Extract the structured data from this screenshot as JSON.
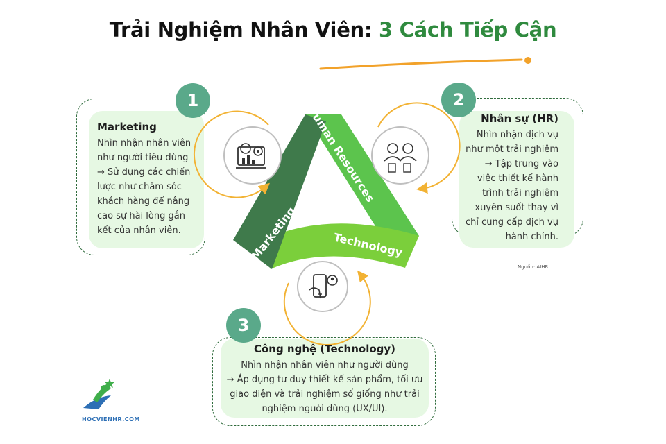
{
  "title": {
    "main": "Trải Nghiệm Nhân Viên: ",
    "accent": "3 Cách Tiếp Cận"
  },
  "cards": [
    {
      "number": "1",
      "title": "Marketing",
      "lines": [
        "Nhìn nhận nhân viên",
        "như người tiêu dùng",
        "→ Sử dụng các chiến",
        "lược như chăm sóc",
        "khách hàng để nâng",
        "cao sự hài lòng gắn",
        "kết của nhân viên."
      ]
    },
    {
      "number": "2",
      "title": "Nhân sự (HR)",
      "lines": [
        "Nhìn nhận dịch vụ",
        "như một trải nghiệm",
        "→ Tập trung vào",
        "việc thiết kế hành",
        "trình trải nghiệm",
        "xuyên suốt thay vì",
        "chỉ cung cấp dịch vụ",
        "hành chính."
      ]
    },
    {
      "number": "3",
      "title": "Công nghệ (Technology)",
      "lines": [
        "Nhìn nhận nhân viên như người dùng",
        "→ Áp dụng tư duy thiết kế sản phẩm, tối ưu",
        "giao diện và trải nghiệm số giống như trải",
        "nghiệm người dùng (UX/UI)."
      ]
    }
  ],
  "triangle": {
    "labels": [
      "Marketing",
      "uman Resources",
      "Technology"
    ],
    "colors": {
      "marketing": "#3f7a4b",
      "hr": "#5cc44d",
      "technology": "#7bcf3b"
    }
  },
  "icons": [
    "marketing-analytics-icon",
    "hr-people-icon",
    "technology-device-icon"
  ],
  "source": "Nguồn: AIHR",
  "logo": "HOCVIENHR.COM",
  "colors": {
    "accent": "#2f8a3e",
    "badge": "#5aa98a",
    "card_fill": "#e6f8e3",
    "arrow": "#f2b233",
    "underline": "#f2a22a"
  }
}
